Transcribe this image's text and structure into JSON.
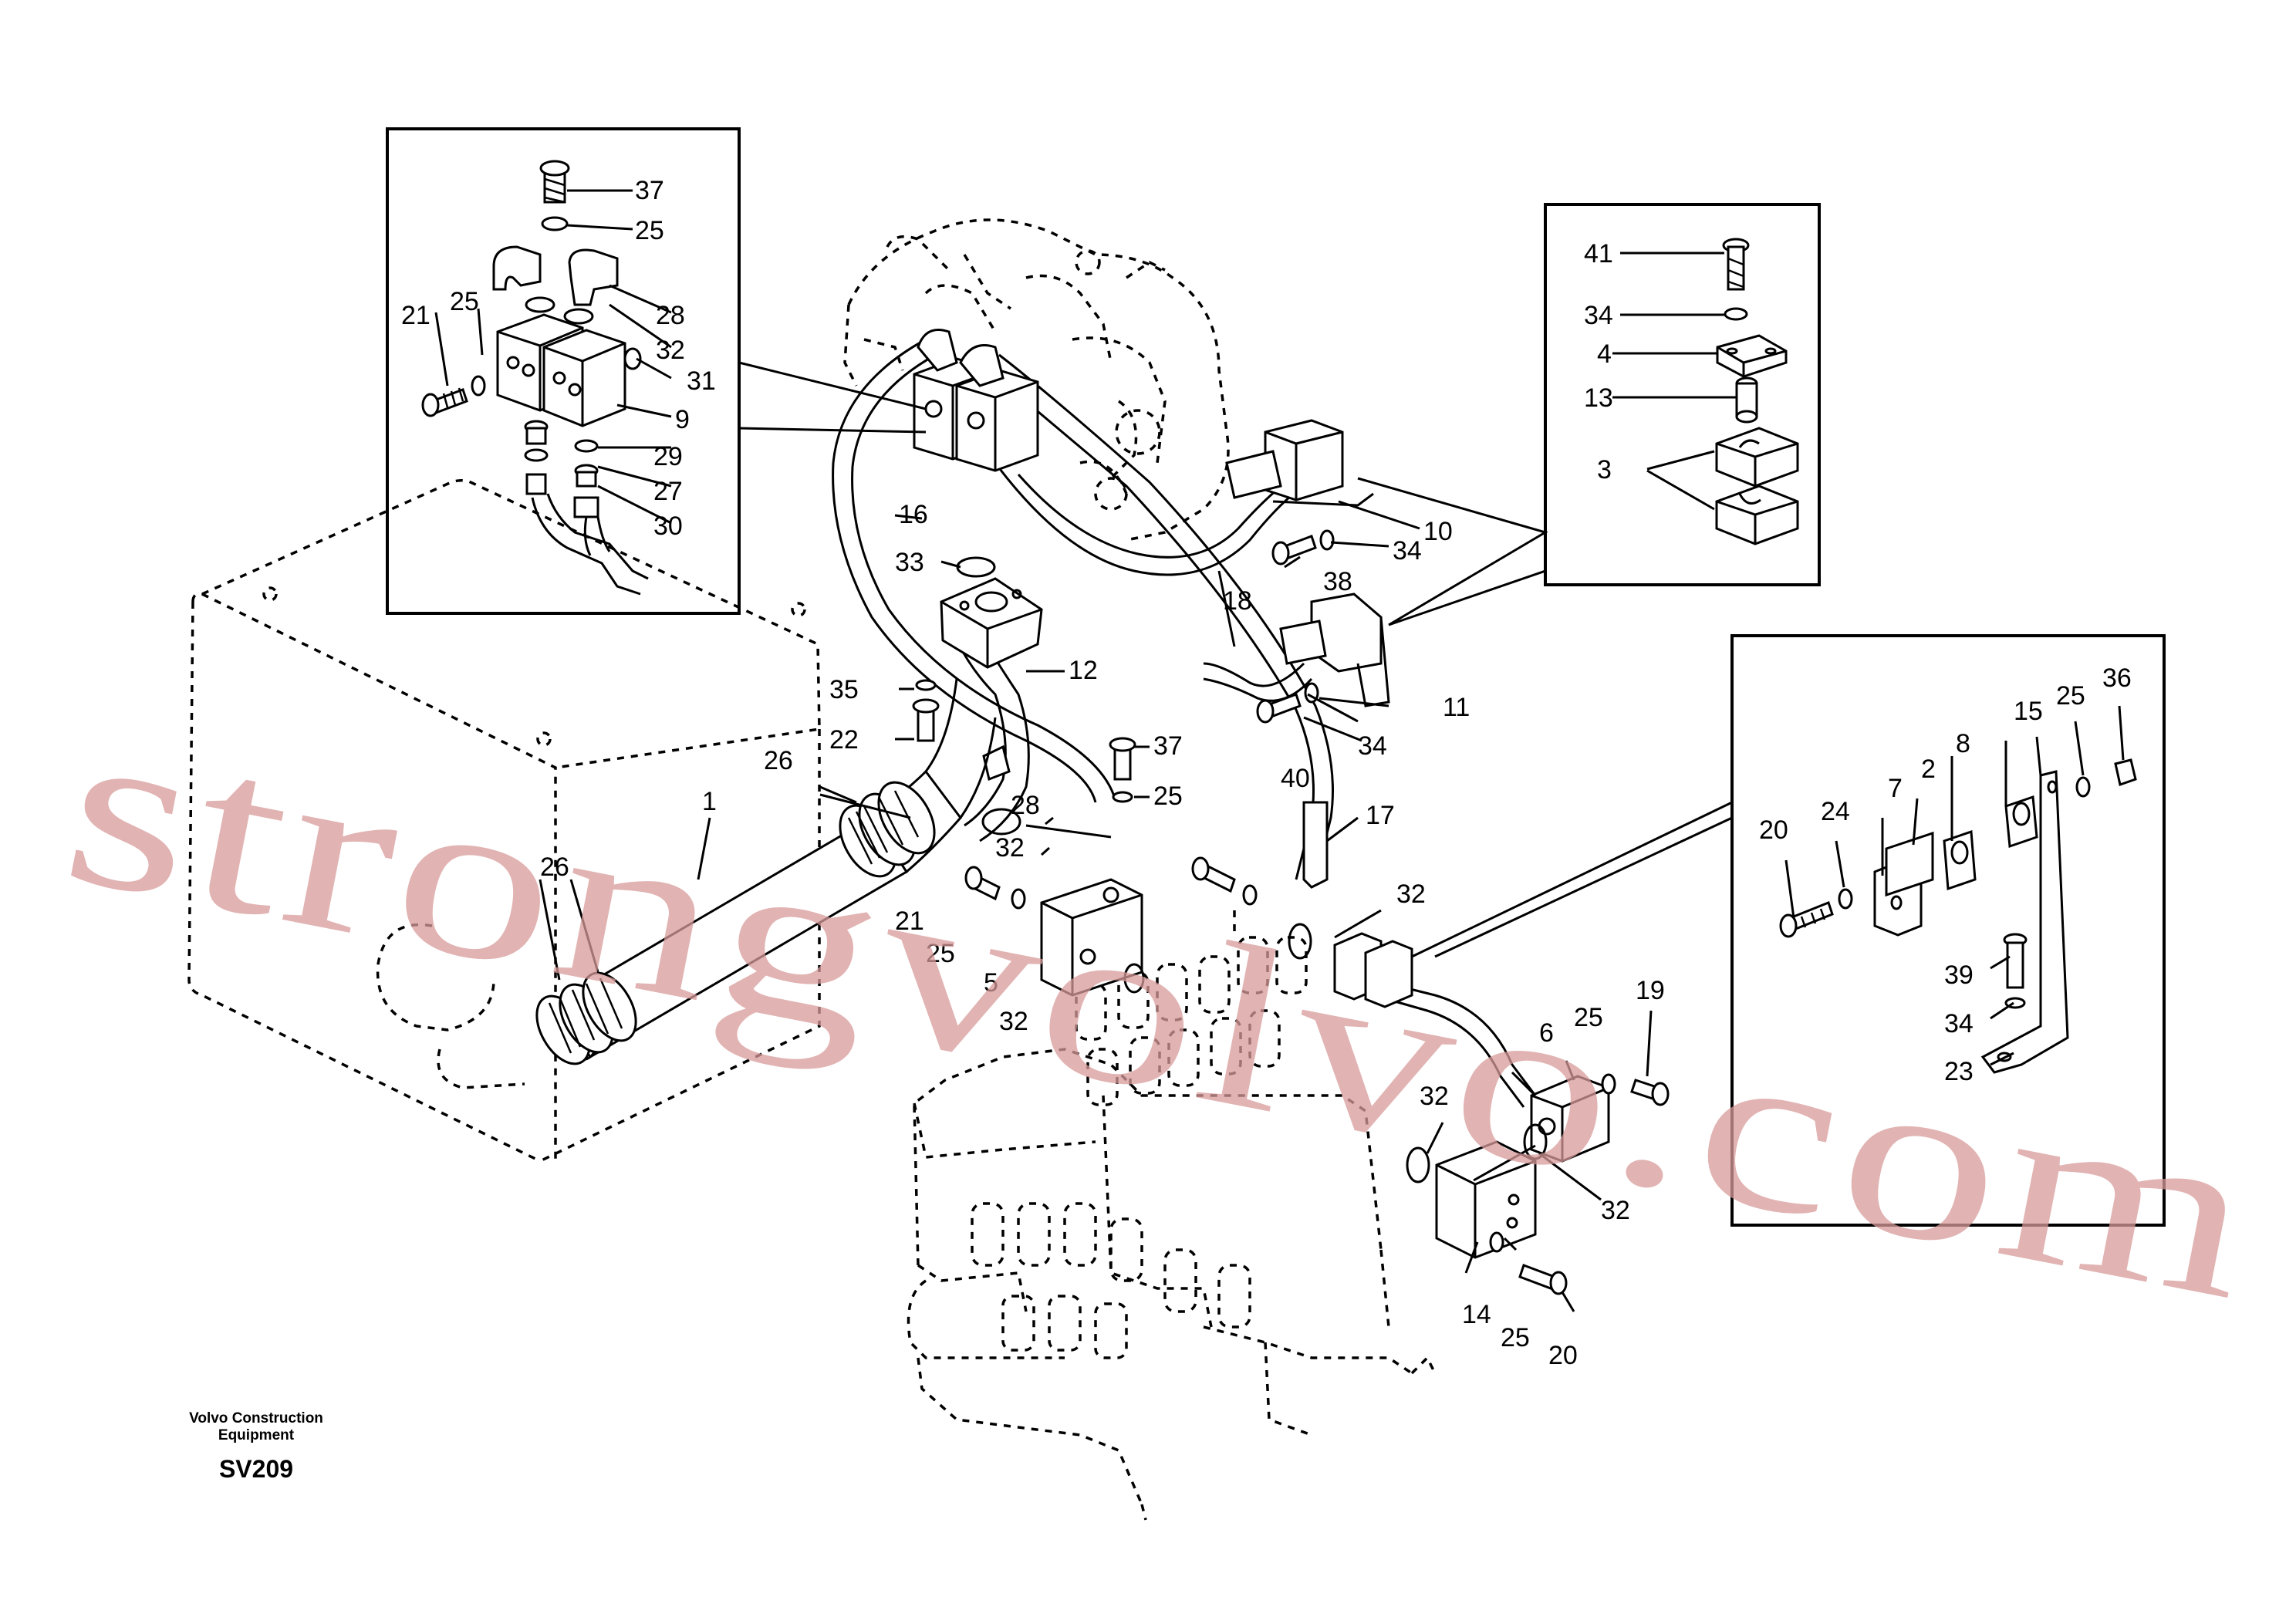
{
  "caption": {
    "line1": "Volvo Construction",
    "line2": "Equipment",
    "code": "SV209"
  },
  "watermark": "strongvolvo.com",
  "callouts": {
    "d1": [
      "37",
      "25",
      "21",
      "25",
      "28",
      "32",
      "31",
      "9",
      "29",
      "27",
      "30"
    ],
    "d2": [
      "41",
      "34",
      "4",
      "13",
      "3"
    ],
    "d3": [
      "20",
      "24",
      "7",
      "2",
      "8",
      "15",
      "25",
      "36",
      "39",
      "34",
      "23"
    ],
    "main": [
      "16",
      "33",
      "12",
      "35",
      "22",
      "26",
      "1",
      "26",
      "37",
      "25",
      "28",
      "32",
      "21",
      "25",
      "5",
      "32",
      "10",
      "34",
      "38",
      "18",
      "11",
      "34",
      "40",
      "17",
      "32",
      "6",
      "25",
      "19",
      "32",
      "32",
      "14",
      "25",
      "20"
    ]
  }
}
